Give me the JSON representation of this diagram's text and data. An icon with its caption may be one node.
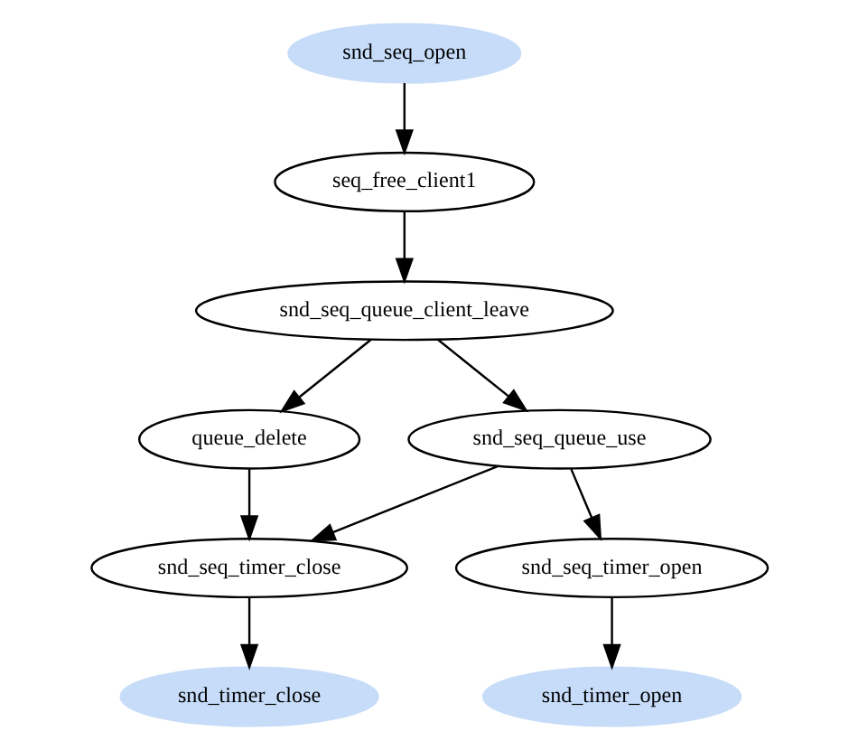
{
  "diagram": {
    "nodes": [
      {
        "text": [
          "snd_seq_open"
        ]
      },
      {
        "text": [
          "seq_free_client1"
        ]
      },
      {
        "text": [
          "snd_seq_queue_client_leave"
        ]
      },
      {
        "text": [
          "queue_delete"
        ]
      },
      {
        "text": [
          "snd_seq_queue_use"
        ]
      },
      {
        "text": [
          "snd_seq_timer_close"
        ]
      },
      {
        "text": [
          "snd_seq_timer_open"
        ]
      },
      {
        "text": [
          "snd_timer_close"
        ]
      },
      {
        "text": [
          "snd_timer_open"
        ]
      }
    ],
    "edges": [
      {
        "from": 0,
        "to": 1,
        "arrow": "to"
      },
      {
        "from": 1,
        "to": 2,
        "arrow": "to"
      },
      {
        "from": 2,
        "to": 3,
        "arrow": "to"
      },
      {
        "from": 2,
        "to": 4,
        "arrow": "to"
      },
      {
        "from": 3,
        "to": 5,
        "arrow": "to"
      },
      {
        "from": 4,
        "to": 5,
        "arrow": "to"
      },
      {
        "from": 4,
        "to": 6,
        "arrow": "to"
      },
      {
        "from": 5,
        "to": 7,
        "arrow": "to"
      },
      {
        "from": 6,
        "to": 8,
        "arrow": "to"
      }
    ]
  }
}
